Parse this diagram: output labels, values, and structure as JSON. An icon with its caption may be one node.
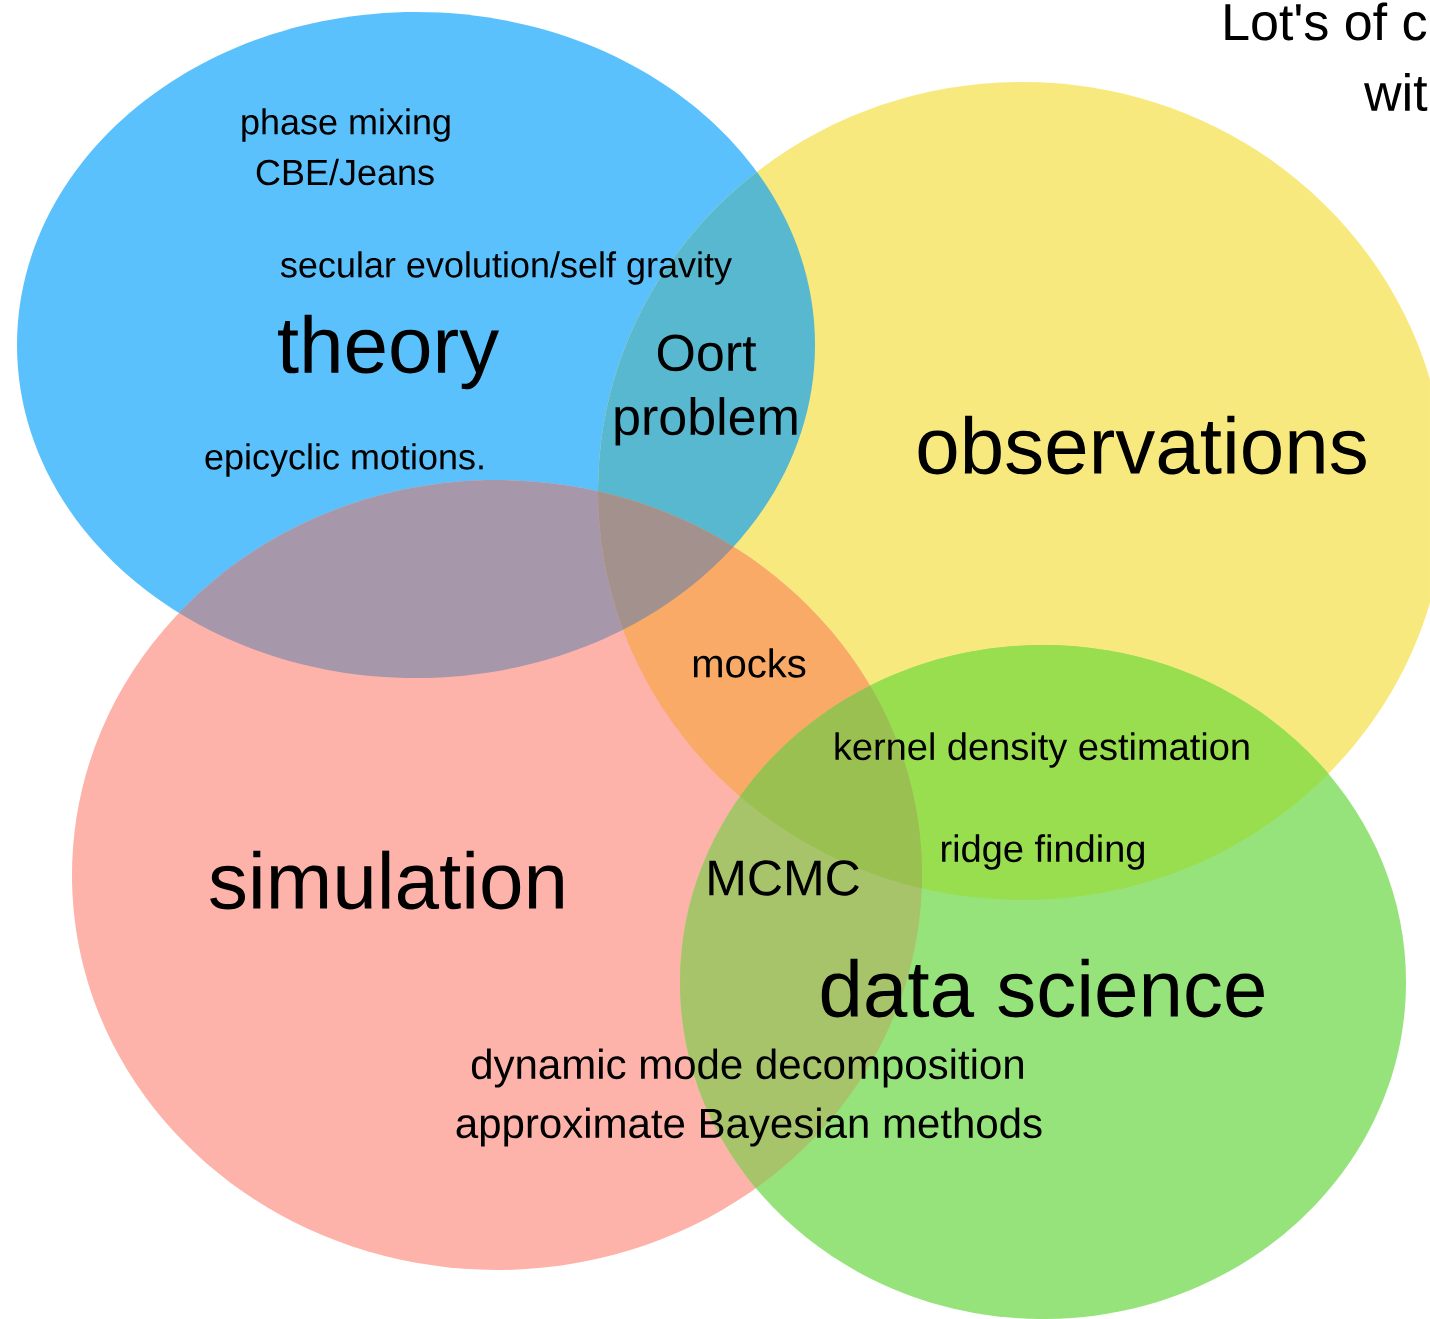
{
  "diagram": {
    "nodes": [
      {
        "text": [
          "theory"
        ]
      },
      {
        "text": [
          "observations"
        ]
      },
      {
        "text": [
          "simulation"
        ]
      },
      {
        "text": [
          "data science"
        ]
      }
    ],
    "labels": [
      "Lot's of c",
      "wit",
      "phase mixing",
      "CBE/Jeans",
      "secular evolution/self gravity",
      "Oort problem",
      "epicyclic motions.",
      "mocks",
      "kernel density estimation",
      "ridge finding",
      "MCMC",
      "dynamic mode decomposition",
      "approximate Bayesian methods"
    ]
  }
}
